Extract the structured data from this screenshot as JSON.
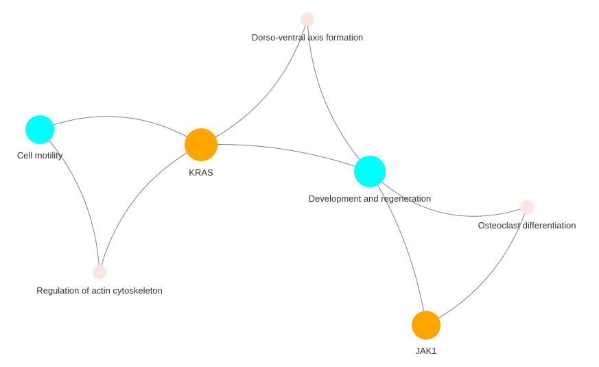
{
  "colors": {
    "gene": "#ffa500",
    "category": "#00ffff",
    "pathway": "#ffe4e1",
    "edge": "#7f7f7f",
    "label": "#333333"
  },
  "nodes": [
    {
      "id": "dorso",
      "label": "Dorso-ventral axis formation",
      "kind": "pathway"
    },
    {
      "id": "cell_motility",
      "label": "Cell motility",
      "kind": "category"
    },
    {
      "id": "kras",
      "label": "KRAS",
      "kind": "gene"
    },
    {
      "id": "devreg",
      "label": "Development and regeneration",
      "kind": "category"
    },
    {
      "id": "osteoclast",
      "label": "Osteoclast differentiation",
      "kind": "pathway"
    },
    {
      "id": "actin",
      "label": "Regulation of actin cytoskeleton",
      "kind": "pathway"
    },
    {
      "id": "jak1",
      "label": "JAK1",
      "kind": "gene"
    }
  ],
  "edges": [
    {
      "source": "cell_motility",
      "target": "kras"
    },
    {
      "source": "cell_motility",
      "target": "actin"
    },
    {
      "source": "actin",
      "target": "kras"
    },
    {
      "source": "kras",
      "target": "dorso"
    },
    {
      "source": "kras",
      "target": "devreg"
    },
    {
      "source": "dorso",
      "target": "devreg"
    },
    {
      "source": "devreg",
      "target": "osteoclast"
    },
    {
      "source": "devreg",
      "target": "jak1"
    },
    {
      "source": "osteoclast",
      "target": "jak1"
    }
  ]
}
